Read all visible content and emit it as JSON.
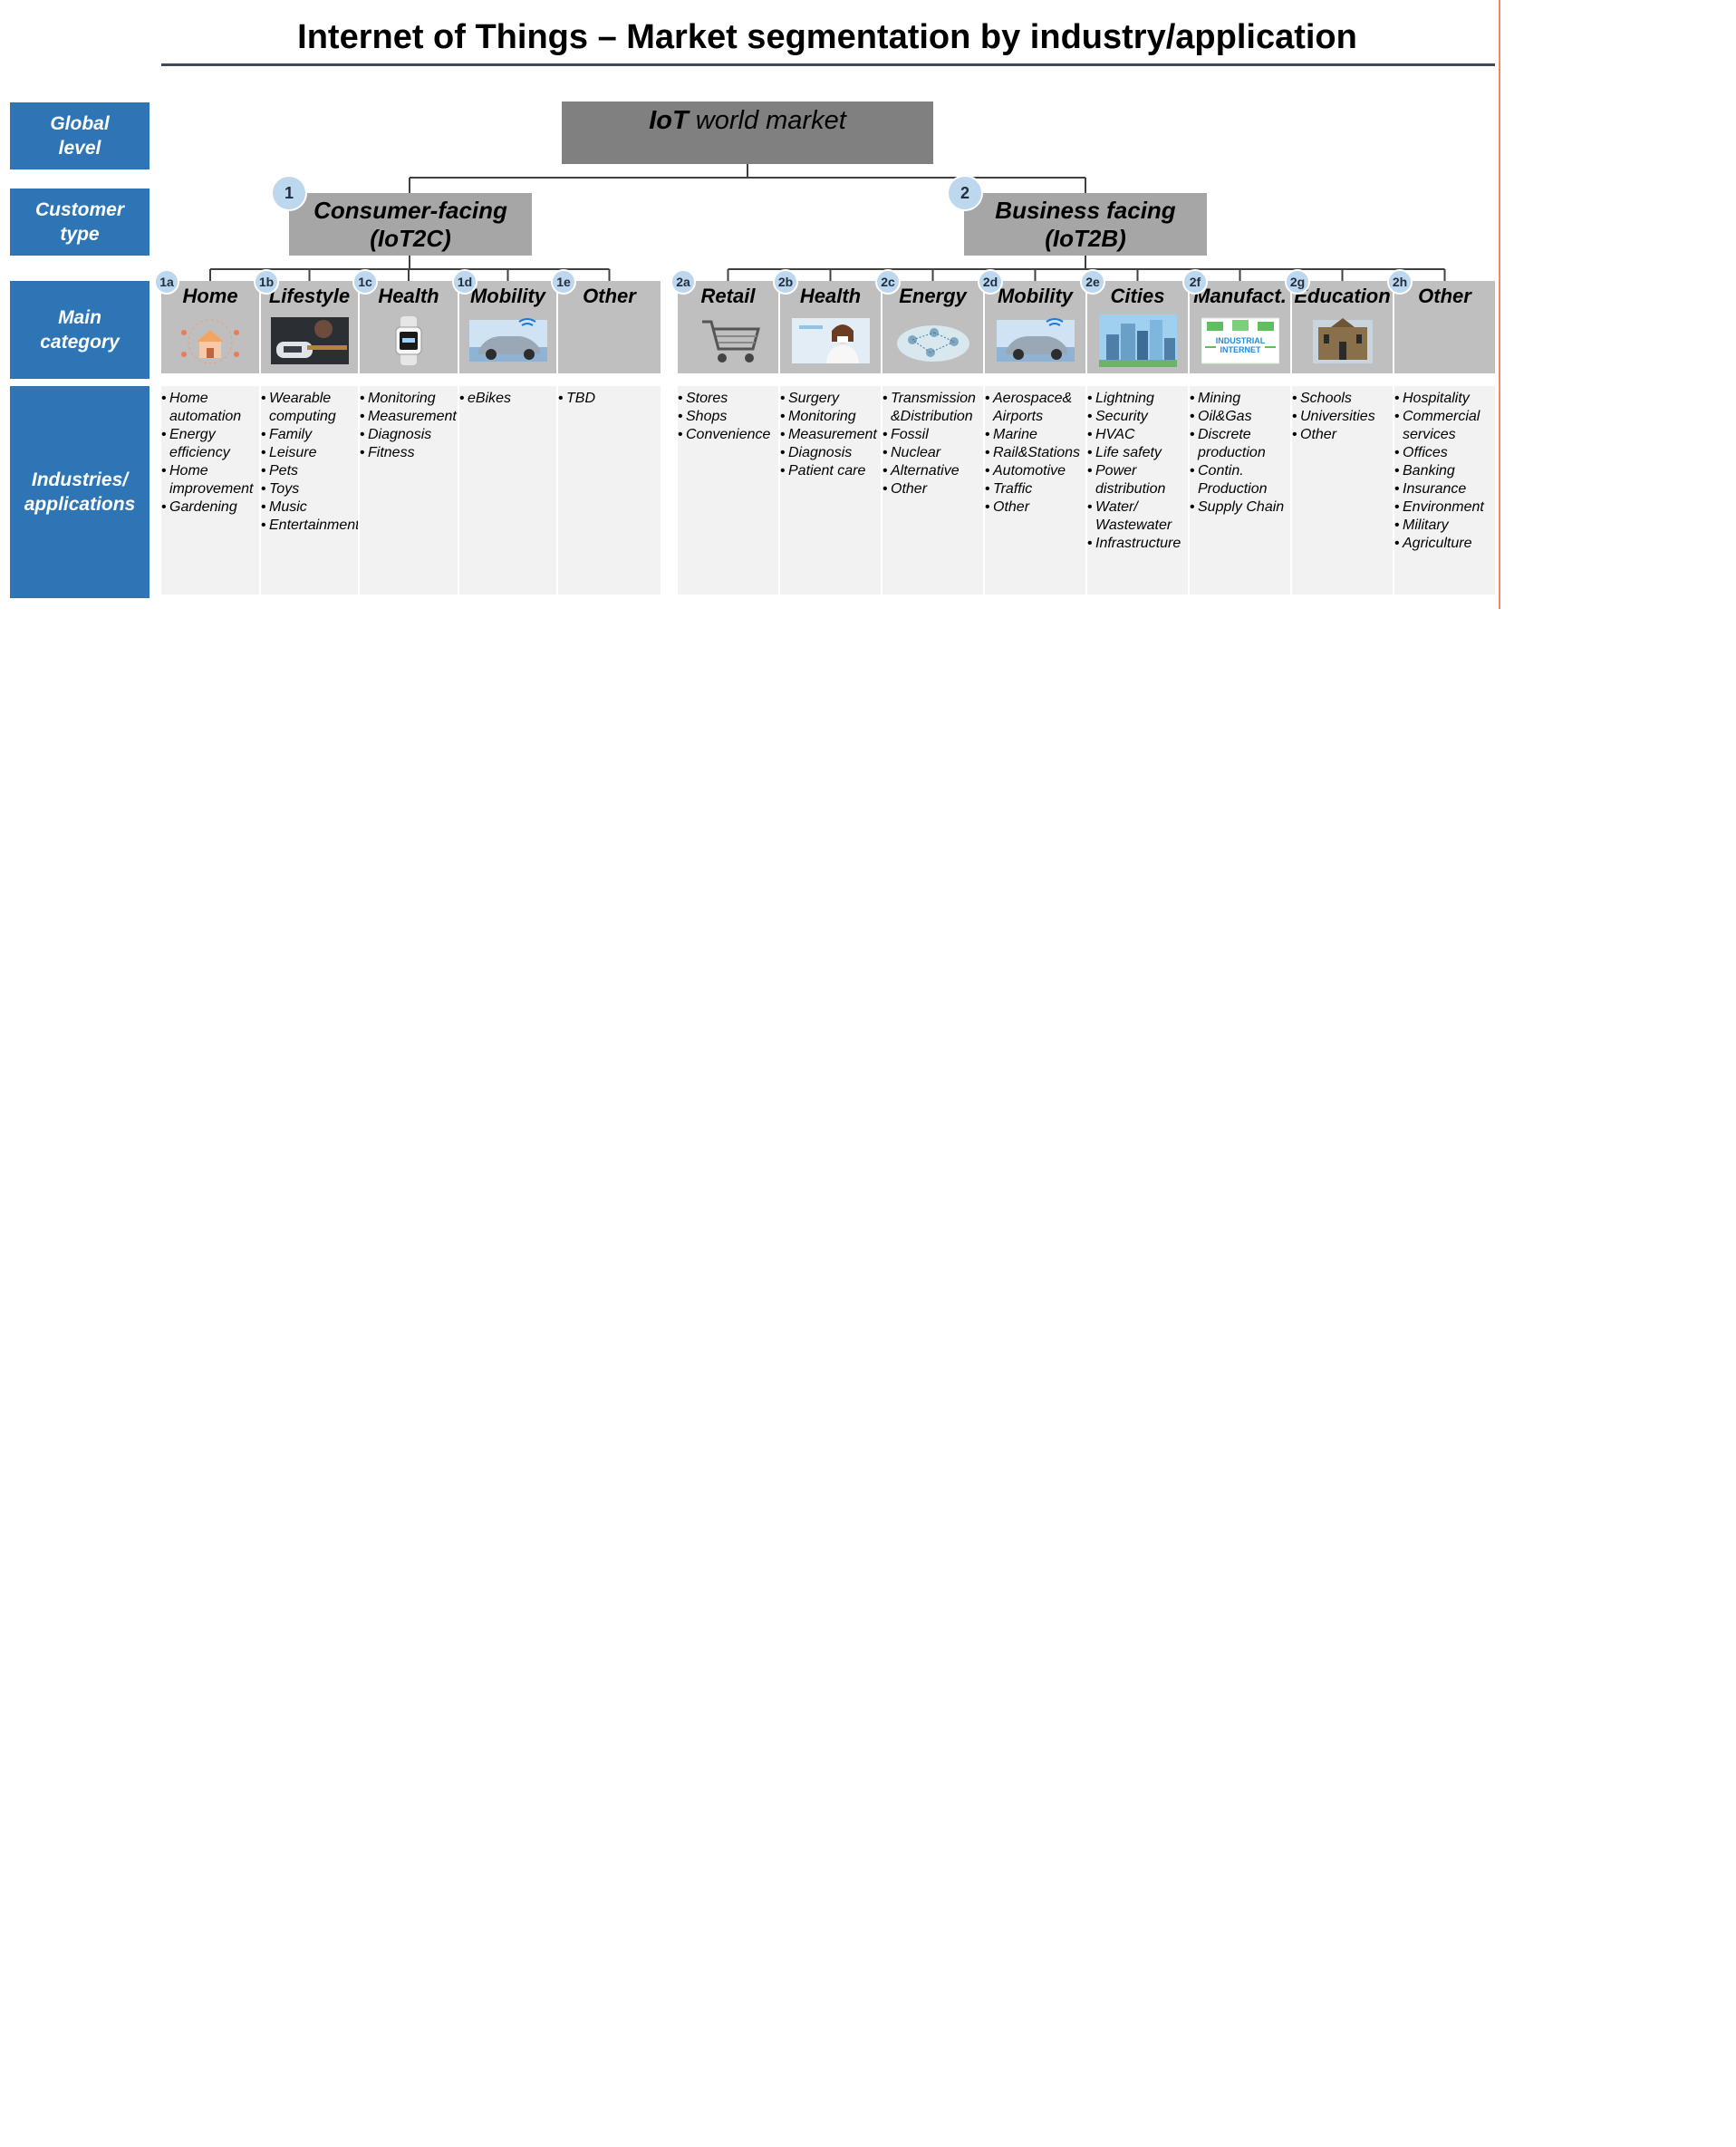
{
  "title": "Internet of Things – Market segmentation by industry/application",
  "row_labels": {
    "global": "Global\nlevel",
    "customer": "Customer\ntype",
    "main": "Main\ncategory",
    "industries": "Industries/\napplications"
  },
  "root": {
    "label_bold": "IoT",
    "label_rest": " world market"
  },
  "segments": [
    {
      "badge": "1",
      "label": "Consumer-facing\n(IoT2C)"
    },
    {
      "badge": "2",
      "label": "Business facing\n(IoT2B)"
    }
  ],
  "categories": [
    {
      "badge": "1a",
      "label": "Home",
      "icon": "smart-home-icon",
      "apps": [
        "Home\nautomation",
        "Energy\nefficiency",
        "Home\nimprovement",
        "Gardening"
      ]
    },
    {
      "badge": "1b",
      "label": "Lifestyle",
      "icon": "guitar-icon",
      "apps": [
        "Wearable\ncomputing",
        "Family",
        "Leisure",
        "Pets",
        "Toys",
        "Music",
        "Entertainment"
      ]
    },
    {
      "badge": "1c",
      "label": "Health",
      "icon": "smartwatch-icon",
      "apps": [
        "Monitoring",
        "Measurement",
        "Diagnosis",
        "Fitness"
      ]
    },
    {
      "badge": "1d",
      "label": "Mobility",
      "icon": "connected-car-icon",
      "apps": [
        "eBikes"
      ]
    },
    {
      "badge": "1e",
      "label": "Other",
      "icon": "",
      "apps": [
        "TBD"
      ]
    },
    {
      "badge": "2a",
      "label": "Retail",
      "icon": "shopping-cart-icon",
      "apps": [
        "Stores",
        "Shops",
        "Convenience"
      ]
    },
    {
      "badge": "2b",
      "label": "Health",
      "icon": "doctor-icon",
      "apps": [
        "Surgery",
        "Monitoring",
        "Measurement",
        "Diagnosis",
        "Patient care"
      ]
    },
    {
      "badge": "2c",
      "label": "Energy",
      "icon": "smart-grid-icon",
      "apps": [
        "Transmission\n&Distribution",
        "Fossil",
        "Nuclear",
        "Alternative",
        "Other"
      ]
    },
    {
      "badge": "2d",
      "label": "Mobility",
      "icon": "connected-car-icon",
      "apps": [
        "Aerospace&\nAirports",
        "Marine",
        "Rail&Stations",
        "Automotive",
        "Traffic",
        "Other"
      ]
    },
    {
      "badge": "2e",
      "label": "Cities",
      "icon": "city-skyline-icon",
      "apps": [
        "Lightning",
        "Security",
        "HVAC",
        "Life safety",
        "Power\ndistribution",
        "Water/\nWastewater",
        "Infrastructure"
      ]
    },
    {
      "badge": "2f",
      "label": "Manufact.",
      "icon": "industrial-internet-icon",
      "icon_text": "INDUSTRIAL\nINTERNET",
      "apps": [
        "Mining",
        "Oil&Gas",
        "Discrete\nproduction",
        "Contin.\nProduction",
        "Supply Chain"
      ]
    },
    {
      "badge": "2g",
      "label": "Education",
      "icon": "school-building-icon",
      "apps": [
        "Schools",
        "Universities",
        "Other"
      ]
    },
    {
      "badge": "2h",
      "label": "Other",
      "icon": "",
      "apps": [
        "Hospitality",
        "Commercial\nservices",
        "Offices",
        "Banking",
        "Insurance",
        "Environment",
        "Military",
        "Agriculture"
      ]
    }
  ],
  "colors": {
    "row_label_bg": "#2e75b6",
    "root_bg": "#808080",
    "segment_bg": "#a6a6a6",
    "category_bg": "#bfbfbf",
    "apps_bg": "#f2f2f2",
    "badge_bg": "#bdd7ee"
  }
}
